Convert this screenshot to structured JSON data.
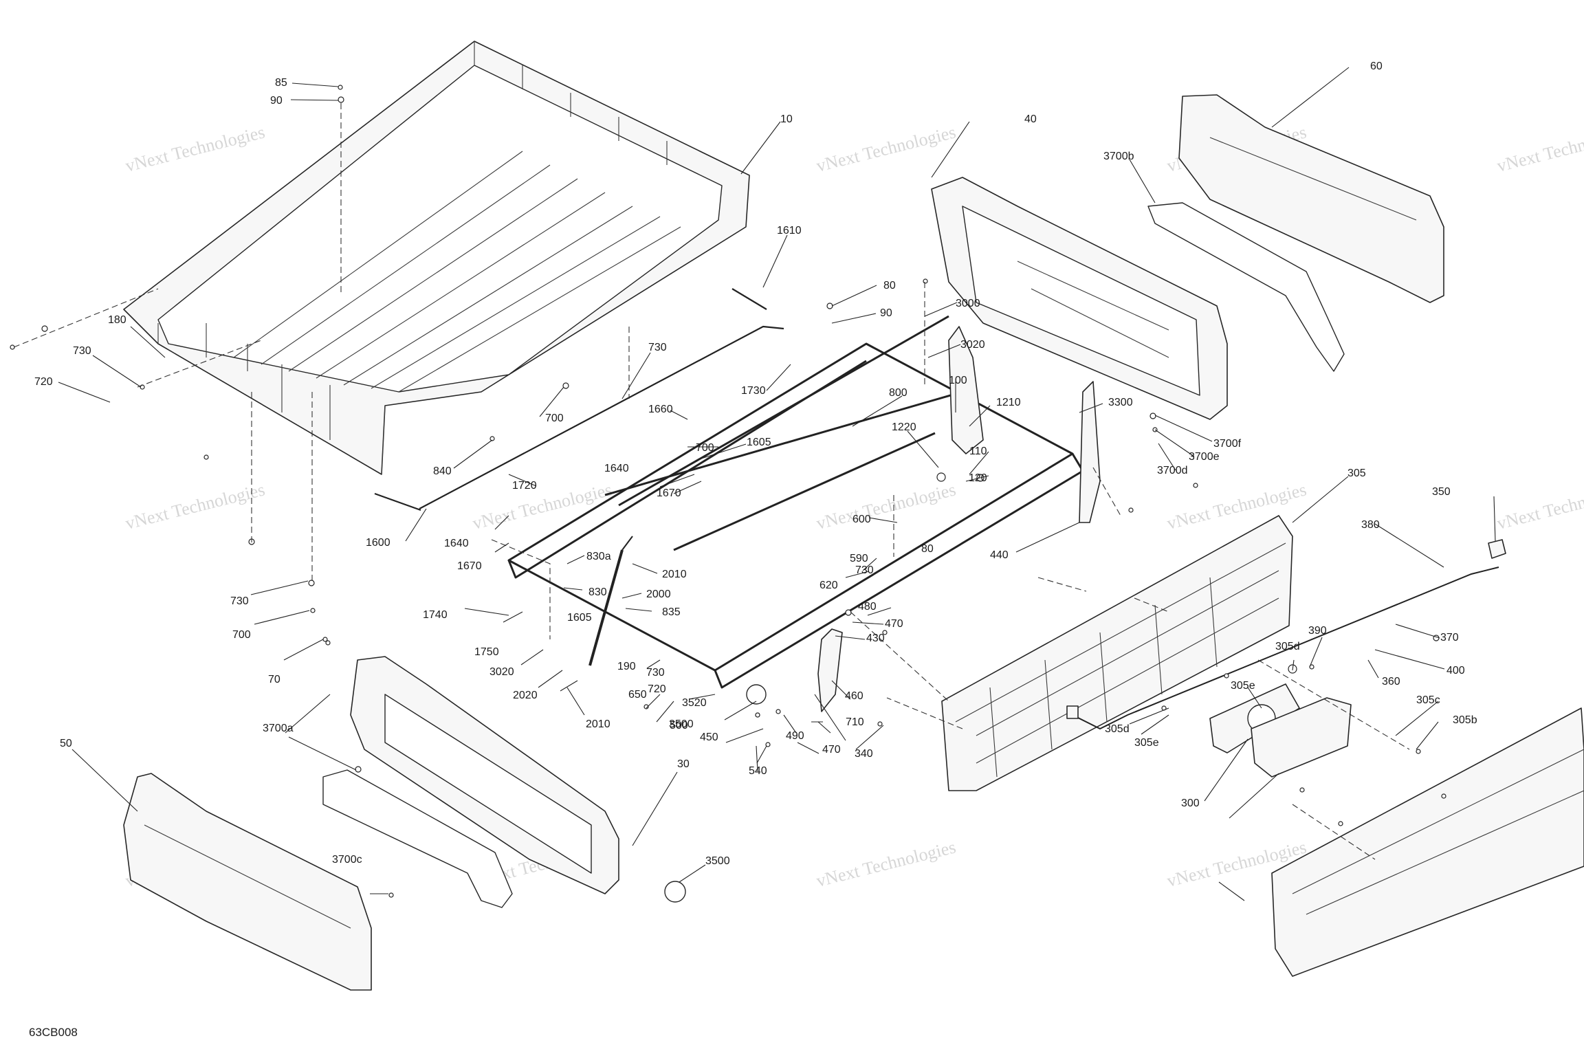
{
  "diagram_code": "63CB008",
  "watermark_text": "vNext Technologies",
  "callouts": [
    {
      "id": "c85",
      "text": "85"
    },
    {
      "id": "c90a",
      "text": "90"
    },
    {
      "id": "c10",
      "text": "10"
    },
    {
      "id": "c180",
      "text": "180"
    },
    {
      "id": "c730a",
      "text": "730"
    },
    {
      "id": "c720a",
      "text": "720"
    },
    {
      "id": "c700a",
      "text": "700"
    },
    {
      "id": "c840",
      "text": "840"
    },
    {
      "id": "c1610",
      "text": "1610"
    },
    {
      "id": "c80a",
      "text": "80"
    },
    {
      "id": "c90b",
      "text": "90"
    },
    {
      "id": "c730b",
      "text": "730"
    },
    {
      "id": "c1730",
      "text": "1730"
    },
    {
      "id": "c1660",
      "text": "1660"
    },
    {
      "id": "c700b",
      "text": "700"
    },
    {
      "id": "c1640a",
      "text": "1640"
    },
    {
      "id": "c1605a",
      "text": "1605"
    },
    {
      "id": "c1670a",
      "text": "1670"
    },
    {
      "id": "c1720",
      "text": "1720"
    },
    {
      "id": "c1600",
      "text": "1600"
    },
    {
      "id": "c1640b",
      "text": "1640"
    },
    {
      "id": "c1670b",
      "text": "1670"
    },
    {
      "id": "c830a",
      "text": "830a"
    },
    {
      "id": "c830",
      "text": "830"
    },
    {
      "id": "c1605b",
      "text": "1605"
    },
    {
      "id": "c2010a",
      "text": "2010"
    },
    {
      "id": "c2000",
      "text": "2000"
    },
    {
      "id": "c835",
      "text": "835"
    },
    {
      "id": "c1740",
      "text": "1740"
    },
    {
      "id": "c1750",
      "text": "1750"
    },
    {
      "id": "c3020a",
      "text": "3020"
    },
    {
      "id": "c2020",
      "text": "2020"
    },
    {
      "id": "c2010b",
      "text": "2010"
    },
    {
      "id": "c730c",
      "text": "730"
    },
    {
      "id": "c700c",
      "text": "700"
    },
    {
      "id": "c70",
      "text": "70"
    },
    {
      "id": "c3700a",
      "text": "3700a"
    },
    {
      "id": "c50",
      "text": "50"
    },
    {
      "id": "c3700c",
      "text": "3700c"
    },
    {
      "id": "c30",
      "text": "30"
    },
    {
      "id": "c3500a",
      "text": "3500"
    },
    {
      "id": "c40",
      "text": "40"
    },
    {
      "id": "c60",
      "text": "60"
    },
    {
      "id": "c3700b",
      "text": "3700b"
    },
    {
      "id": "c3000",
      "text": "3000"
    },
    {
      "id": "c3020b",
      "text": "3020"
    },
    {
      "id": "c800",
      "text": "800"
    },
    {
      "id": "c100",
      "text": "100"
    },
    {
      "id": "c1210",
      "text": "1210"
    },
    {
      "id": "c1220",
      "text": "1220"
    },
    {
      "id": "c110",
      "text": "110"
    },
    {
      "id": "c120",
      "text": "120"
    },
    {
      "id": "c3300",
      "text": "3300"
    },
    {
      "id": "c3700f",
      "text": "3700f"
    },
    {
      "id": "c3700e",
      "text": "3700e"
    },
    {
      "id": "c3700d",
      "text": "3700d"
    },
    {
      "id": "c305",
      "text": "305"
    },
    {
      "id": "c440",
      "text": "440"
    },
    {
      "id": "c600",
      "text": "600"
    },
    {
      "id": "c80b",
      "text": "80"
    },
    {
      "id": "c730d",
      "text": "730"
    },
    {
      "id": "c590",
      "text": "590"
    },
    {
      "id": "c620",
      "text": "620"
    },
    {
      "id": "c480",
      "text": "480"
    },
    {
      "id": "c470a",
      "text": "470"
    },
    {
      "id": "c430",
      "text": "430"
    },
    {
      "id": "c190",
      "text": "190"
    },
    {
      "id": "c730e",
      "text": "730"
    },
    {
      "id": "c720b",
      "text": "720"
    },
    {
      "id": "c650",
      "text": "650"
    },
    {
      "id": "c3520",
      "text": "3520"
    },
    {
      "id": "c3500b",
      "text": "3500"
    },
    {
      "id": "c500",
      "text": "500"
    },
    {
      "id": "c450",
      "text": "450"
    },
    {
      "id": "c490",
      "text": "490"
    },
    {
      "id": "c470b",
      "text": "470"
    },
    {
      "id": "c460",
      "text": "460"
    },
    {
      "id": "c710",
      "text": "710"
    },
    {
      "id": "c540",
      "text": "540"
    },
    {
      "id": "c340",
      "text": "340"
    },
    {
      "id": "c350",
      "text": "350"
    },
    {
      "id": "c380",
      "text": "380"
    },
    {
      "id": "c370",
      "text": "370"
    },
    {
      "id": "c400",
      "text": "400"
    },
    {
      "id": "c360",
      "text": "360"
    },
    {
      "id": "c390",
      "text": "390"
    },
    {
      "id": "c305d_a",
      "text": "305d"
    },
    {
      "id": "c305e_a",
      "text": "305e"
    },
    {
      "id": "c305d_b",
      "text": "305d"
    },
    {
      "id": "c305e_b",
      "text": "305e"
    },
    {
      "id": "c305c",
      "text": "305c"
    },
    {
      "id": "c305b",
      "text": "305b"
    },
    {
      "id": "c300",
      "text": "300"
    }
  ]
}
